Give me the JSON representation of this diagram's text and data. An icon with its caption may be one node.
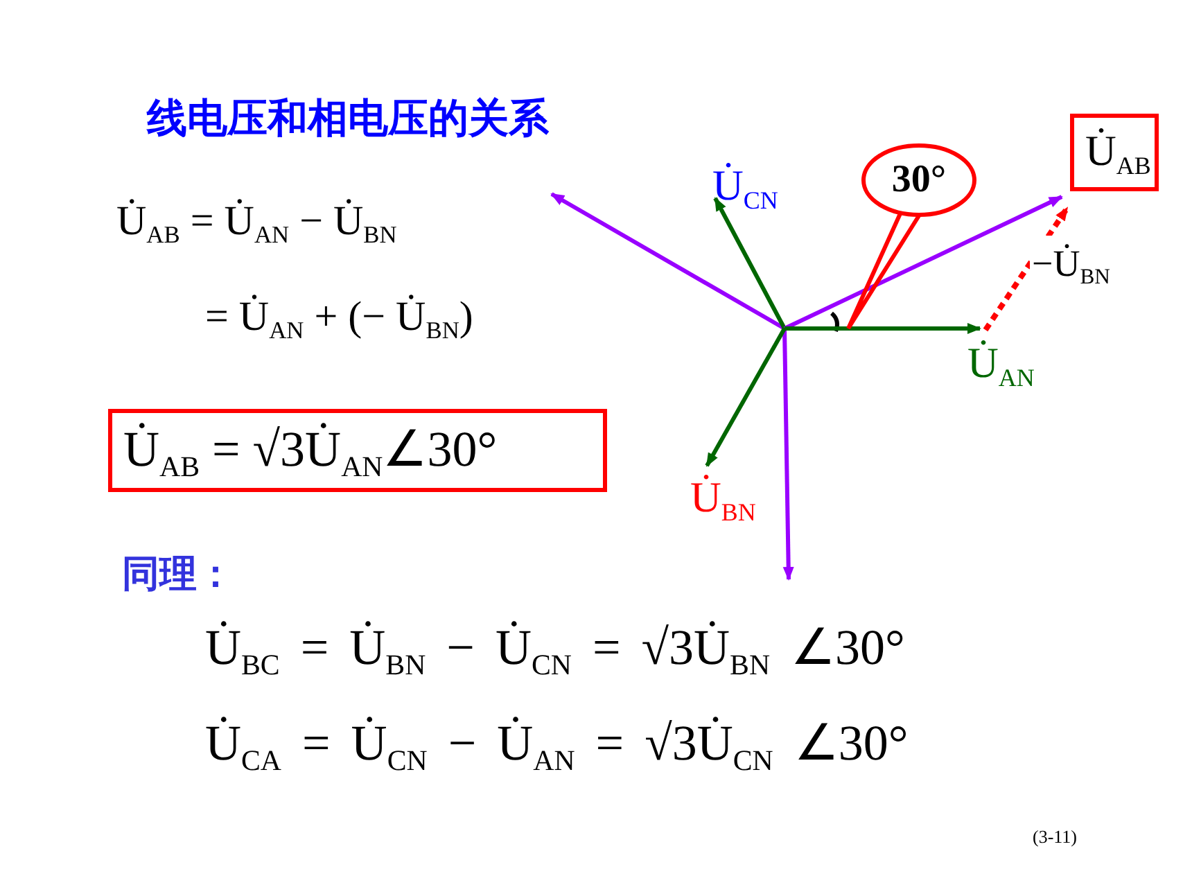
{
  "diagram": {
    "title": "线电压和相电压的关系",
    "nodes": [
      {
        "text": [
          "U̇$_{AB}$ = √3U̇$_{AN}$∠30°"
        ]
      },
      {
        "text": [
          "U̇$_{CN}$"
        ]
      },
      {
        "text": [
          "30°"
        ]
      },
      {
        "text": [
          "U̇$_{AB}$"
        ]
      },
      {
        "text": [
          "U̇$_{AN}$"
        ]
      },
      {
        "text": [
          "U̇$_{BN}$"
        ]
      }
    ],
    "edges": [
      {
        "from": null,
        "to": 1,
        "arrow": "to",
        "color": "#006600"
      },
      {
        "from": null,
        "to": 3,
        "arrow": "to",
        "color": "#9900ff"
      },
      {
        "from": null,
        "to": 4,
        "arrow": "to",
        "color": "#006600"
      },
      {
        "from": null,
        "to": 5,
        "arrow": "to",
        "color": "#006600"
      },
      {
        "from": 4,
        "to": 3,
        "arrow": "to",
        "label": "−U̇$_{BN}$",
        "style": "dashed",
        "color": "#ff0000"
      }
    ],
    "labels": [
      "U̇$_{AB}$ = U̇$_{AN}$ − U̇$_{BN}$",
      "= U̇$_{AN}$ + (− U̇$_{BN}$)",
      "同理：",
      "U̇$_{BC}$ = U̇$_{BN}$ − U̇$_{CN}$ = √3U̇$_{BN}$ ∠30°",
      "U̇$_{CA}$ = U̇$_{CN}$ − U̇$_{AN}$ = √3U̇$_{CN}$ ∠30°",
      "(3-11)"
    ]
  }
}
